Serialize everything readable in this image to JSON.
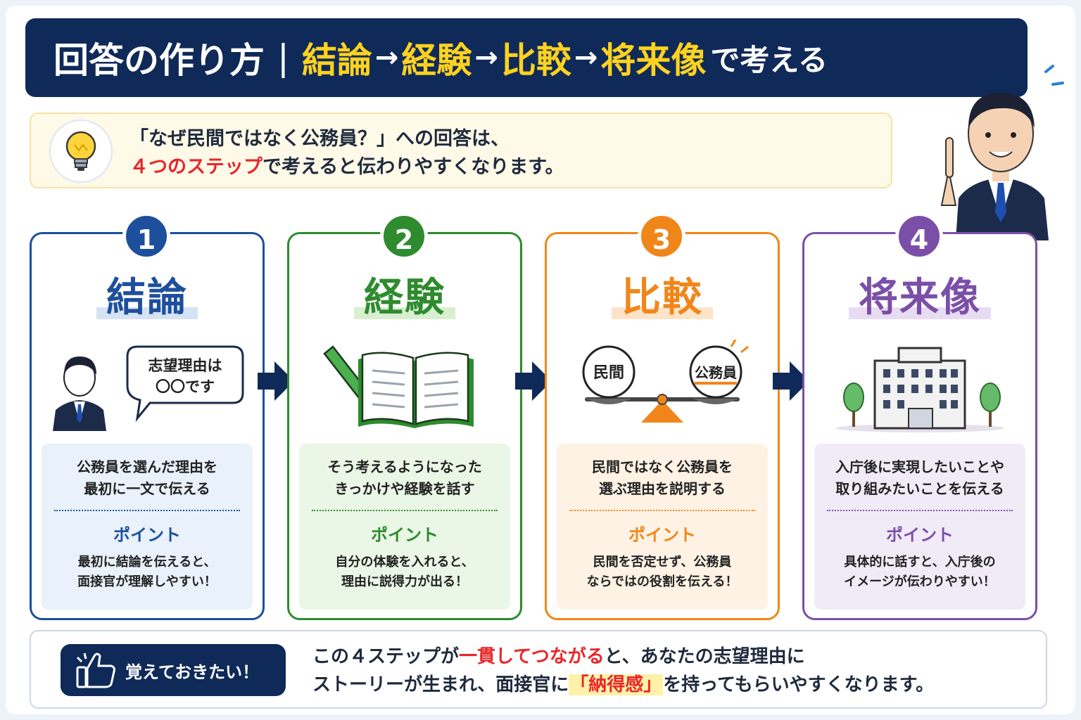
{
  "header": {
    "part1": "回答の作り方",
    "separator": "|",
    "step1": "結論",
    "step2": "経験",
    "step3": "比較",
    "step4": "将来像",
    "arrow": "→",
    "suffix": "で考える"
  },
  "intro": {
    "line1": "「なぜ民間ではなく公務員？」への回答は、",
    "line2_highlight": "４つのステップ",
    "line2_rest": "で考えると伝わりやすくなります。"
  },
  "cards": [
    {
      "number": "1",
      "title": "結論",
      "bubble_line1": "志望理由は",
      "bubble_line2": "〇〇です",
      "desc_line1": "公務員を選んだ理由を",
      "desc_line2": "最初に一文で伝える",
      "point_label": "ポイント",
      "point_line1": "最初に結論を伝えると、",
      "point_line2": "面接官が理解しやすい！"
    },
    {
      "number": "2",
      "title": "経験",
      "desc_line1": "そう考えるようになった",
      "desc_line2": "きっかけや経験を話す",
      "point_label": "ポイント",
      "point_line1": "自分の体験を入れると、",
      "point_line2": "理由に説得力が出る！"
    },
    {
      "number": "3",
      "title": "比較",
      "scale_left": "民間",
      "scale_right": "公務員",
      "desc_line1": "民間ではなく公務員を",
      "desc_line2": "選ぶ理由を説明する",
      "point_label": "ポイント",
      "point_line1": "民間を否定せず、公務員",
      "point_line2": "ならではの役割を伝える！"
    },
    {
      "number": "4",
      "title": "将来像",
      "desc_line1": "入庁後に実現したいことや",
      "desc_line2": "取り組みたいことを伝える",
      "point_label": "ポイント",
      "point_line1": "具体的に話すと、入庁後の",
      "point_line2": "イメージが伝わりやすい！"
    }
  ],
  "bottom": {
    "badge": "覚えておきたい！",
    "line1_a": "この４ステップが",
    "line1_red": "一貫してつながる",
    "line1_b": "と、あなたの志望理由に",
    "line2_a": "ストーリーが生まれ、面接官に",
    "line2_hl": "「納得感」",
    "line2_b": "を持ってもらいやすくなります。"
  },
  "colors": {
    "navy": "#0f2a58",
    "yellow": "#ffd21f",
    "red": "#e8262a",
    "blue": "#1e4f9c",
    "green": "#2e8b2e",
    "orange": "#f0861a",
    "purple": "#7b4fa8"
  },
  "icons": [
    "lightbulb-icon",
    "businessman-icon",
    "speech-bubble-icon",
    "pencil-icon",
    "open-book-icon",
    "balance-scale-icon",
    "building-icon",
    "tree-icon",
    "arrow-right-icon",
    "thumbs-up-icon"
  ]
}
